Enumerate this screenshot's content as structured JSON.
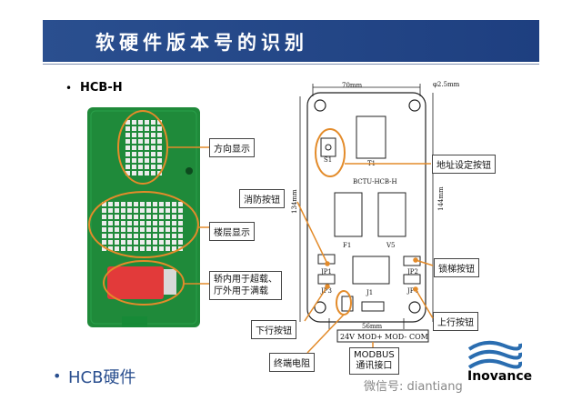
{
  "header": {
    "title": "软硬件版本号的识别"
  },
  "bullets": {
    "model": "HCB-H",
    "hardware": "HCB硬件"
  },
  "callouts": {
    "direction": "方向显示",
    "floor": "楼层显示",
    "car_overload_1": "轿内用于超载、",
    "car_overload_2": "厅外用于满载",
    "address_button": "地址设定按钮",
    "fire_button": "消防按钮",
    "lock_button": "锁梯按钮",
    "down_button": "下行按钮",
    "up_button": "上行按钮",
    "terminal_resistor": "终端电阻",
    "modbus_title": "MODBUS",
    "modbus_sub": "通讯接口"
  },
  "drawing": {
    "width_dim": "70mm",
    "height_dim_left": "134mm",
    "height_dim_right": "144mm",
    "hole_dim": "φ2.5mm",
    "bottom_dim": "56mm",
    "board_name": "BCTU-HCB-H",
    "labels": {
      "s1": "S1",
      "t1": "T1",
      "f1": "F1",
      "v5": "V5",
      "j1": "J1",
      "jp1": "JP1",
      "jp2": "JP2",
      "jp3": "JP3",
      "jp4": "JP4"
    },
    "pins": [
      "24V",
      "MOD+",
      "MOD-",
      "COM"
    ]
  },
  "footer": {
    "wechat": "微信号: diantiang",
    "brand": "Inovance"
  },
  "colors": {
    "banner": "#1e3f80",
    "highlight": "#e38b2a",
    "pcb_green": "#1f8a3a",
    "led_red": "#e23a3a",
    "brand_blue": "#2a6db0"
  }
}
